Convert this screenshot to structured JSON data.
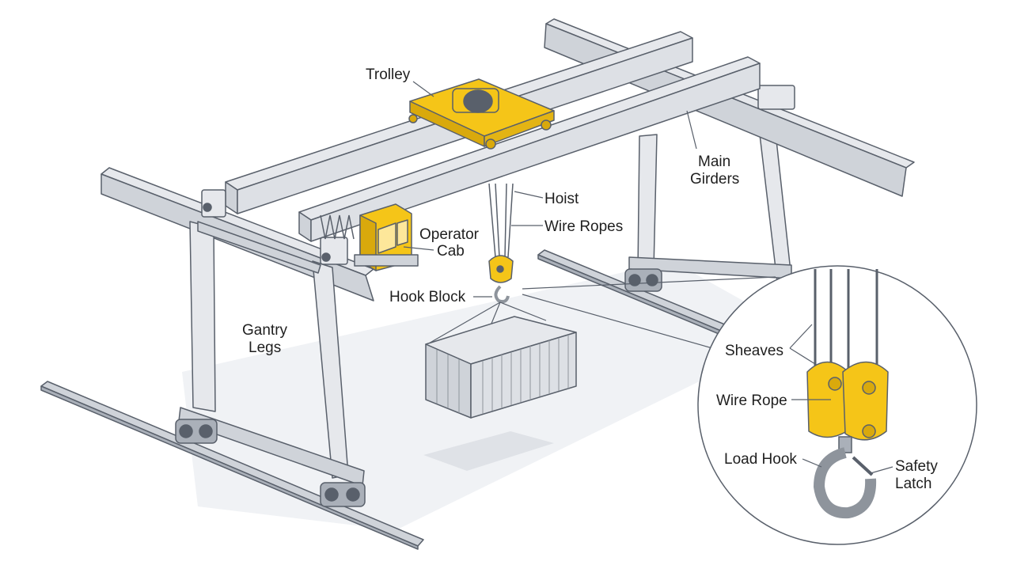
{
  "colors": {
    "steel_light": "#e6e8ec",
    "steel_mid": "#cfd3d9",
    "steel_dark": "#aab0b9",
    "outline": "#59606b",
    "accent_yellow": "#f5c518",
    "accent_yellow_dark": "#d9a90c",
    "ground_shadow": "#eef0f3",
    "hook_grey": "#8e949c"
  },
  "labels": {
    "trolley": "Trolley",
    "main_girders": [
      "Main",
      "Girders"
    ],
    "hoist": "Hoist",
    "wire_ropes": "Wire Ropes",
    "operator_cab": [
      "Operator",
      "Cab"
    ],
    "hook_block": "Hook Block",
    "gantry_legs": [
      "Gantry",
      "Legs"
    ]
  },
  "detail": {
    "sheaves": "Sheaves",
    "wire_rope": "Wire Rope",
    "load_hook": "Load Hook",
    "safety_latch": [
      "Safety",
      "Latch"
    ]
  },
  "icons": [
    "gantry-crane-illustration",
    "shipping-container-icon",
    "hook-block-icon",
    "load-hook-icon"
  ]
}
